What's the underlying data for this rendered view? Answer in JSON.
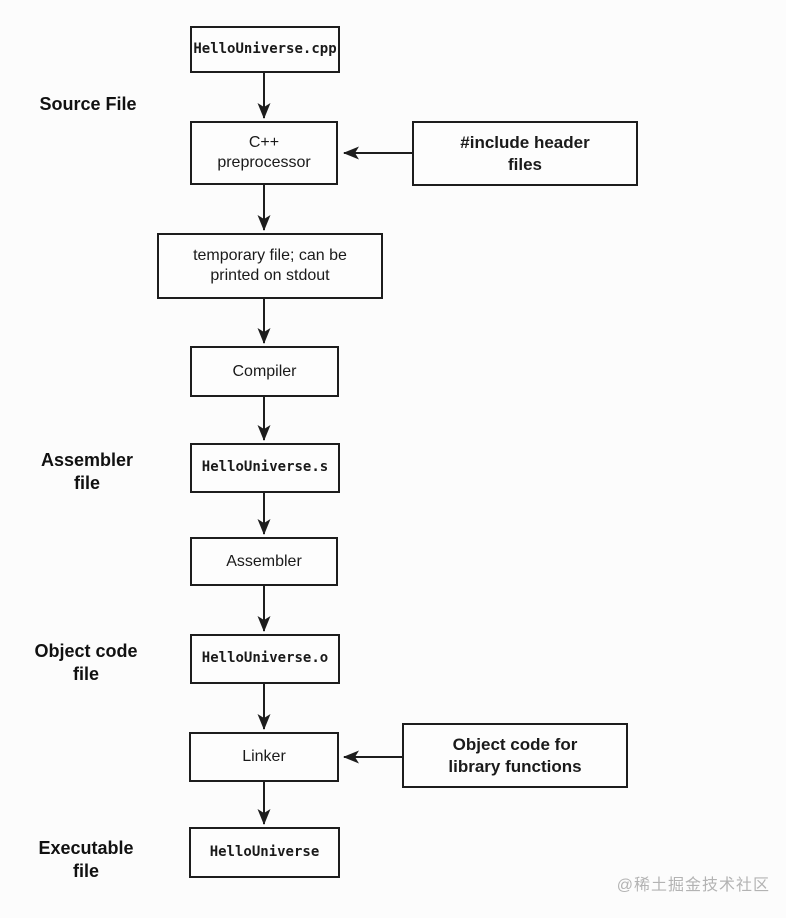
{
  "stage_labels": {
    "source": "Source File",
    "assembler": "Assembler\nfile",
    "object_code": "Object code\nfile",
    "executable": "Executable\nfile"
  },
  "nodes": {
    "source_file": "HelloUniverse.cpp",
    "preprocessor": "C++\npreprocessor",
    "include_headers": "#include header\nfiles",
    "temp_file": "temporary file; can be\nprinted on stdout",
    "compiler": "Compiler",
    "assembly_file": "HelloUniverse.s",
    "assembler": "Assembler",
    "object_file": "HelloUniverse.o",
    "linker": "Linker",
    "library_objects": "Object code for\nlibrary functions",
    "executable_file": "HelloUniverse"
  },
  "watermark": "@稀土掘金技术社区",
  "colors": {
    "line": "#1d1d1d",
    "background": "#fcfcfc",
    "watermark": "#b3b3b3"
  }
}
